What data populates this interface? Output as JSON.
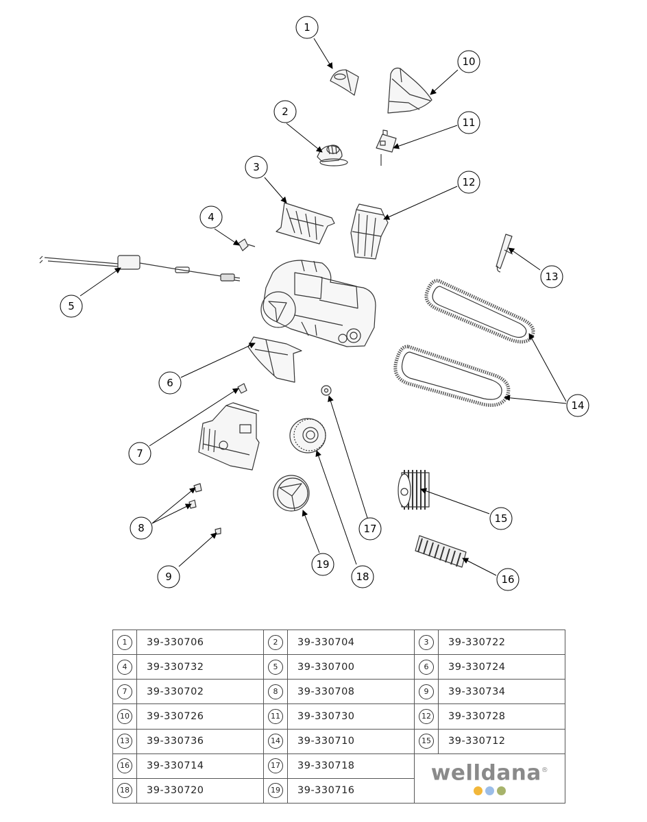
{
  "callouts": [
    {
      "number": "1"
    },
    {
      "number": "2"
    },
    {
      "number": "3"
    },
    {
      "number": "4"
    },
    {
      "number": "5"
    },
    {
      "number": "6"
    },
    {
      "number": "7"
    },
    {
      "number": "8"
    },
    {
      "number": "9"
    },
    {
      "number": "10"
    },
    {
      "number": "11"
    },
    {
      "number": "12"
    },
    {
      "number": "13"
    },
    {
      "number": "14"
    },
    {
      "number": "15"
    },
    {
      "number": "16"
    },
    {
      "number": "17"
    },
    {
      "number": "18"
    },
    {
      "number": "19"
    }
  ],
  "parts_table": {
    "rows": [
      [
        {
          "num": "1",
          "code": "39-330706"
        },
        {
          "num": "2",
          "code": "39-330704"
        },
        {
          "num": "3",
          "code": "39-330722"
        }
      ],
      [
        {
          "num": "4",
          "code": "39-330732"
        },
        {
          "num": "5",
          "code": "39-330700"
        },
        {
          "num": "6",
          "code": "39-330724"
        }
      ],
      [
        {
          "num": "7",
          "code": "39-330702"
        },
        {
          "num": "8",
          "code": "39-330708"
        },
        {
          "num": "9",
          "code": "39-330734"
        }
      ],
      [
        {
          "num": "10",
          "code": "39-330726"
        },
        {
          "num": "11",
          "code": "39-330730"
        },
        {
          "num": "12",
          "code": "39-330728"
        }
      ],
      [
        {
          "num": "13",
          "code": "39-330736"
        },
        {
          "num": "14",
          "code": "39-330710"
        },
        {
          "num": "15",
          "code": "39-330712"
        }
      ],
      [
        {
          "num": "16",
          "code": "39-330714"
        },
        {
          "num": "17",
          "code": "39-330718"
        }
      ],
      [
        {
          "num": "18",
          "code": "39-330720"
        },
        {
          "num": "19",
          "code": "39-330716"
        }
      ]
    ]
  },
  "logo": {
    "text": "welldana",
    "mark": "®",
    "dot_colors": [
      "#f2b73a",
      "#9bbde8",
      "#a7b36b"
    ]
  }
}
